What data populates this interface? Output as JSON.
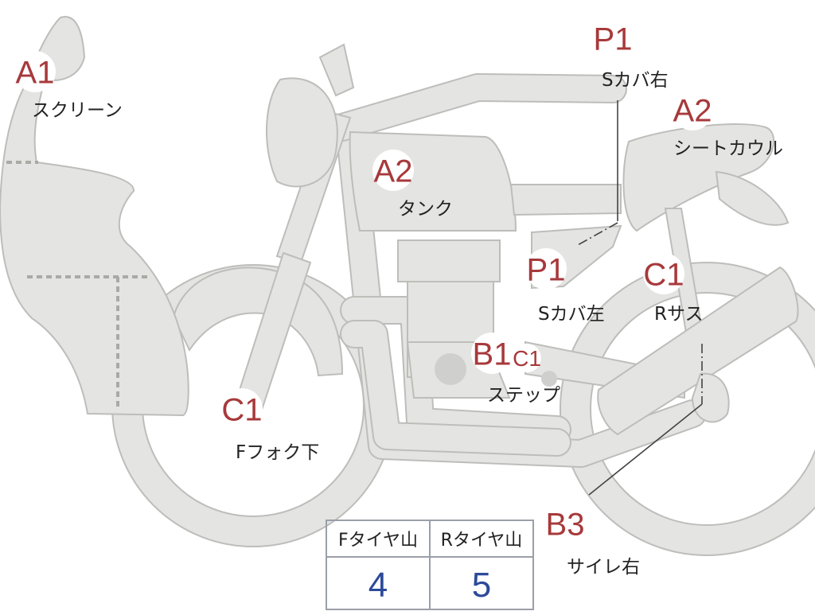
{
  "colors": {
    "code": "#a7393b",
    "part": "#e4e4e2",
    "value": "#2c4a9a"
  },
  "parts": [
    {
      "code": "A1",
      "label": "スクリーン"
    },
    {
      "code": "A2",
      "label": "タンク"
    },
    {
      "code": "A2",
      "label": "シートカウル"
    },
    {
      "code": "P1",
      "label": "Sカバ右"
    },
    {
      "code": "P1",
      "label": "Sカバ左"
    },
    {
      "code": "C1",
      "label": "Rサス"
    },
    {
      "code": "C1",
      "label": "Fフォク下"
    },
    {
      "code": "B1",
      "label": ""
    },
    {
      "code": "C1",
      "label": "ステップ"
    },
    {
      "code": "B3",
      "label": "サイレ右"
    }
  ],
  "tire_table": {
    "headers": [
      "Fタイヤ山",
      "Rタイヤ山"
    ],
    "values": [
      "4",
      "5"
    ]
  }
}
